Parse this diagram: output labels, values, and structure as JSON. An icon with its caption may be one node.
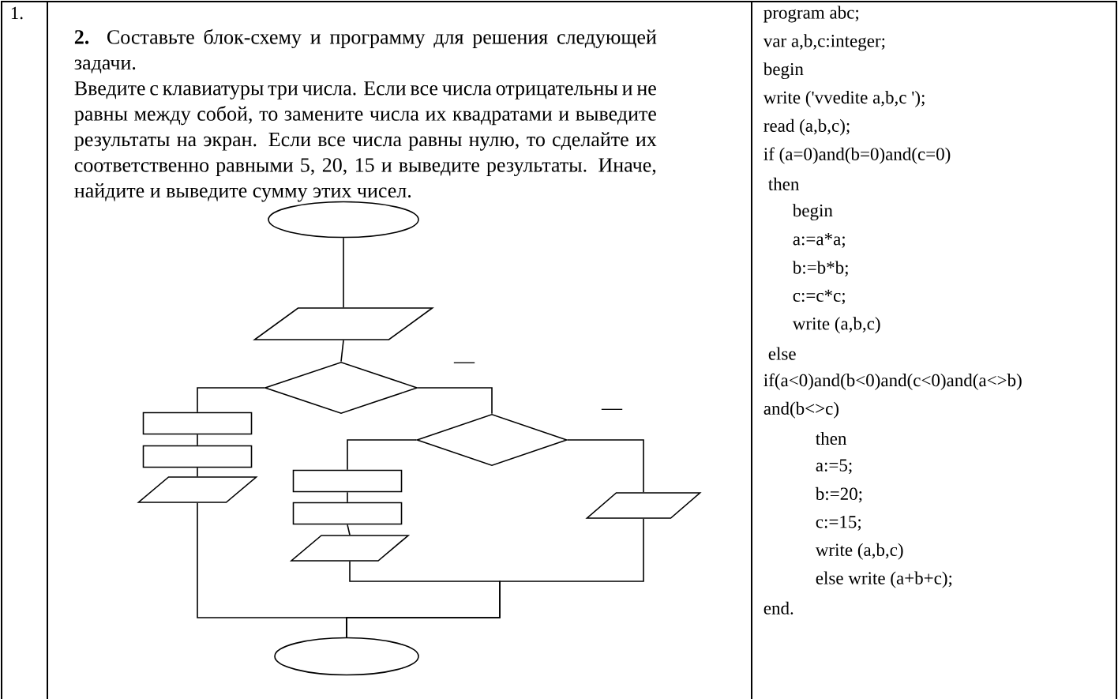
{
  "diagram": {
    "nodes": [
      {
        "text": [],
        "shape": "ellipse"
      },
      {
        "text": [],
        "shape": "parallelogram"
      },
      {
        "text": [],
        "shape": "diamond"
      },
      {
        "text": [],
        "shape": "box"
      },
      {
        "text": [],
        "shape": "box"
      },
      {
        "text": [],
        "shape": "parallelogram"
      },
      {
        "text": [],
        "shape": "diamond"
      },
      {
        "text": [],
        "shape": "box"
      },
      {
        "text": [],
        "shape": "box"
      },
      {
        "text": [],
        "shape": "parallelogram"
      },
      {
        "text": [],
        "shape": "parallelogram"
      },
      {
        "text": [],
        "shape": "ellipse"
      }
    ],
    "edges": [
      {
        "from": 0,
        "to": 1,
        "arrow": "none"
      },
      {
        "from": 1,
        "to": 2,
        "arrow": "none"
      },
      {
        "from": 2,
        "to": 3,
        "arrow": "none"
      },
      {
        "from": 3,
        "to": 4,
        "arrow": "none"
      },
      {
        "from": 4,
        "to": 5,
        "arrow": "none"
      },
      {
        "from": 2,
        "to": 6,
        "arrow": "none",
        "label": "—"
      },
      {
        "from": 6,
        "to": 7,
        "arrow": "none"
      },
      {
        "from": 7,
        "to": 8,
        "arrow": "none"
      },
      {
        "from": 8,
        "to": 9,
        "arrow": "none"
      },
      {
        "from": 6,
        "to": 10,
        "arrow": "none",
        "label": "—"
      },
      {
        "from": 9,
        "to": 11,
        "arrow": "none"
      },
      {
        "from": 10,
        "to": 11,
        "arrow": "none"
      },
      {
        "from": 5,
        "to": 11,
        "arrow": "none"
      }
    ],
    "labels": [
      "1.",
      "**2.** Составьте блок-схему и программу для решения следующей задачи.",
      "Введите с клавиатуры три числа. Если все числа отрицательны и не равны между собой, то замените числа их квадратами и выведите результаты на экран. Если все числа равны нулю, то сделайте их соответственно равными 5, 20, 15 и выведите результаты. Иначе, найдите и выведите сумму этих чисел.",
      "program abc;",
      "var a,b,c:integer;",
      "begin",
      "write ('vvedite a,b,c ');",
      "read (a,b,c);",
      "if (a=0)and(b=0)and(c=0)",
      "then",
      "begin",
      "a:=a*a;",
      "b:=b*b;",
      "c:=c*c;",
      "write (a,b,c)",
      "else",
      "if(a<0)and(b<0)and(c<0)and(a<>b)",
      "and(b<>c)",
      "then",
      "a:=5;",
      "b:=20;",
      "c:=15;",
      "write (a,b,c)",
      "else write (a+b+c);",
      "end."
    ]
  }
}
